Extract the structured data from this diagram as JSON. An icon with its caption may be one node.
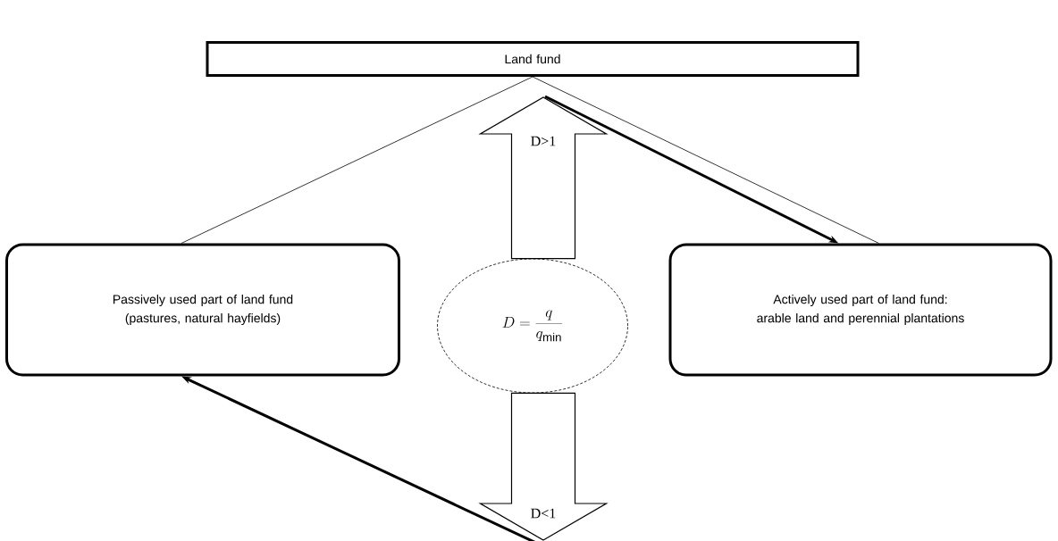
{
  "diagram": {
    "nodes": [
      {
        "text": [
          "Land fund"
        ]
      },
      {
        "text": [
          "Passively used part of land fund (pastures, natural hayfields)"
        ]
      },
      {
        "text": [
          "D=\\frac{q}{q_{\\min}}"
        ]
      },
      {
        "text": [
          "Actively used part of land fund: arable land and perennial plantations"
        ]
      }
    ],
    "edges": [
      {
        "from": 0,
        "to": 1,
        "arrow": "none"
      },
      {
        "from": 0,
        "to": 3,
        "arrow": "none"
      },
      {
        "from": 2,
        "to": 0,
        "arrow": "to",
        "label": "D>1"
      },
      {
        "from": 2,
        "to": null,
        "arrow": "to",
        "label": "D<1"
      },
      {
        "from": null,
        "to": 3,
        "arrow": "to",
        "style": "thick"
      },
      {
        "from": null,
        "to": 1,
        "arrow": "to",
        "style": "thick"
      }
    ]
  }
}
